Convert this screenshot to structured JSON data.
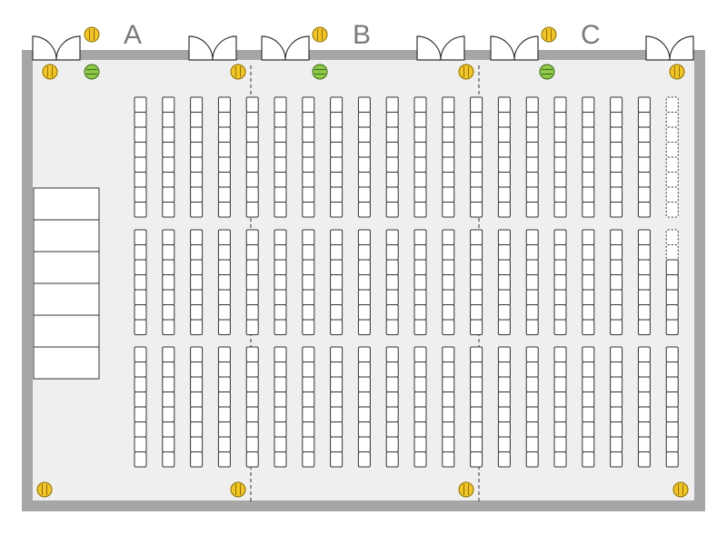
{
  "sections": [
    {
      "label": "A"
    },
    {
      "label": "B"
    },
    {
      "label": "C"
    }
  ],
  "seating": {
    "columns": 20,
    "blocks": [
      {
        "name": "front",
        "rows": 8
      },
      {
        "name": "middle",
        "rows": 7
      },
      {
        "name": "rear",
        "rows": 8
      }
    ],
    "dashed_last_column_seats": [
      0,
      1,
      2,
      3,
      4,
      5,
      6,
      7,
      8,
      9
    ]
  },
  "stage_panels": 6,
  "colors": {
    "wall": "#a6a6a6",
    "floor": "#efefef",
    "exit_marker": "#f2c51f",
    "exit_marker_stroke": "#8a6d00",
    "green_marker": "#8fc94a",
    "green_marker_stroke": "#3c6a12",
    "label": "#7a7a7a"
  },
  "icons": {
    "yellow": "yellow-exit-marker-icon",
    "green": "green-marker-icon",
    "door": "door-swing-icon"
  }
}
